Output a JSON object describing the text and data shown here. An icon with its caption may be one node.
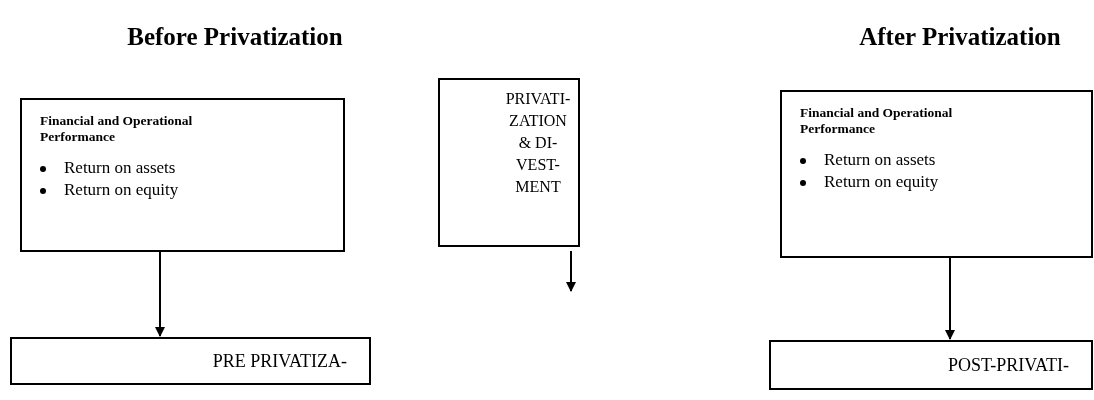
{
  "diagram": {
    "nodes": [
      {
        "text": [
          "Financial and Operational Performance",
          "Return on assets",
          "Return on equity"
        ]
      },
      {
        "text": [
          "PRE PRIVATIZA-"
        ]
      },
      {
        "text": [
          "PRIVATI- ZATION & DI- VEST- MENT"
        ]
      },
      {
        "text": [
          "Financial and Operational Performance",
          "Return on assets",
          "Return on equity"
        ]
      },
      {
        "text": [
          "POST-PRIVATI-"
        ]
      }
    ],
    "edges": [
      {
        "from": 0,
        "to": 1,
        "arrow": "to"
      },
      {
        "from": 2,
        "to": null,
        "arrow": "to"
      },
      {
        "from": 3,
        "to": 4,
        "arrow": "to"
      }
    ],
    "labels": [
      "Before Privatization",
      "After Privatization"
    ]
  }
}
